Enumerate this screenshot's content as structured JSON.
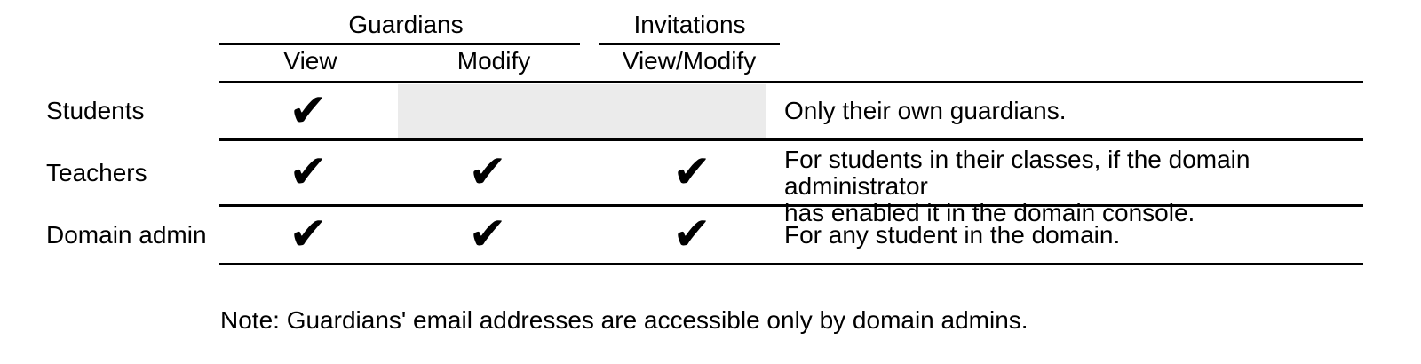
{
  "table": {
    "groups": [
      {
        "label": "Guardians"
      },
      {
        "label": "Invitations"
      }
    ],
    "columns": [
      {
        "label": "View"
      },
      {
        "label": "Modify"
      },
      {
        "label": "View/Modify"
      }
    ],
    "check_glyph": "✔",
    "rows": [
      {
        "label": "Students",
        "checks": {
          "view": true,
          "modify": false,
          "view_modify": false
        },
        "note": "Only their own guardians."
      },
      {
        "label": "Teachers",
        "checks": {
          "view": true,
          "modify": true,
          "view_modify": true
        },
        "note": "For students in their classes, if the domain administrator\nhas enabled it in the domain console."
      },
      {
        "label": "Domain admin",
        "checks": {
          "view": true,
          "modify": true,
          "view_modify": true
        },
        "note": "For any student in the domain."
      }
    ]
  },
  "footnote": "Note: Guardians' email addresses are accessible only by domain admins.",
  "colors": {
    "text": "#000000",
    "rule": "#000000",
    "disabled_cell_bg": "#ebebeb",
    "background": "#ffffff"
  }
}
